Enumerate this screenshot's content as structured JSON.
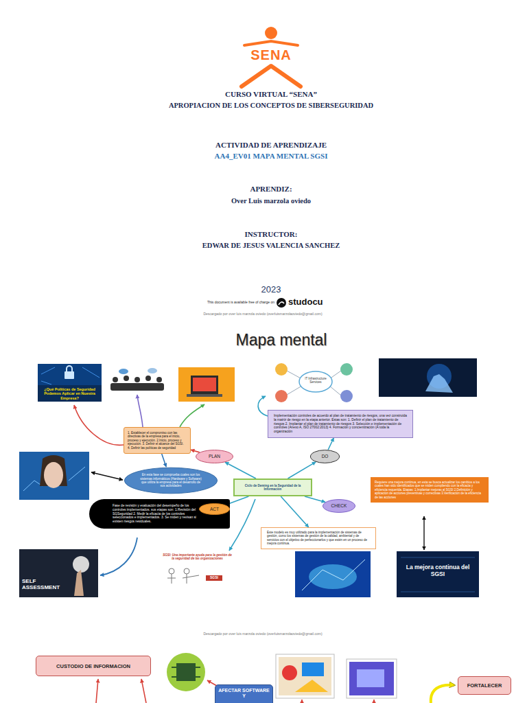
{
  "diagram": {
    "title": "Mapa mental",
    "nodes": [
      {
        "text": [
          "Implementación controles de acuerdo al plan de tratamiento de riesgos, una vez construida la matriz de riesgo en la etapa anterior. Estas son: 1. Definir el plan de tratamiento de riesgos 2. Implantar el plan de tratamiento de riesgos 3. Selección e implementación de controles (Anexo A, ISO 27002:2013) 4. Formación y concientización (A toda la organización"
        ]
      },
      {
        "text": [
          "1. Establecer el compromiso con las directivas de la empresa para el inicio, proceso y ejecución. 2.Inicio, proceso y ejecución. 3. Definir el alcance del SGSI. 4. Definir las políticas de seguridad"
        ]
      },
      {
        "text": [
          "PLAN"
        ]
      },
      {
        "text": [
          "DO"
        ]
      },
      {
        "text": [
          "En esta fase se comprueba cuales son los sistemas informáticos (Hardware y Software) que utiliza la empresa para el desarrollo de sus actividades"
        ]
      },
      {
        "text": [
          "Ciclo de Deming en la Seguridad de la Información"
        ]
      },
      {
        "text": [
          "Requiere una mejora continua, en esta se busca actualizar los cambios a los cuales han sido identificados que se miden cumpliendo con la eficacia y eficiencia requerida. Etapas: 1.Implantar mejoras al SGSI 2.Definición y aplicación de acciones preventivas y correctivas 3.Verificación de la eficiencia de las acciones"
        ]
      },
      {
        "text": [
          "Fase de revisión y evaluación del desempeño de los controles implementados. sus etapas son: 1.Revisión del SGSeguridad 2. Medir la eficacia de los controles seleccionados e implementados. 3. Se miden y revisan si existen riesgos residuales."
        ]
      },
      {
        "text": [
          "ACT"
        ]
      },
      {
        "text": [
          "CHECK"
        ]
      },
      {
        "text": [
          "Este modelo es muy utilizado para la implementación de sistemas de gestión, como los sistemas de gestión de la calidad, ambiental y de servicios con el objetivo de perfeccionarlos y que estén en un proceso de mejora continua."
        ]
      },
      {
        "text": [
          "CUSTODIO DE INFORMACION"
        ]
      },
      {
        "text": [
          "FORTALECER"
        ]
      },
      {
        "text": [
          "AFECTAR SOFTWARE Y"
        ]
      }
    ],
    "edges": [
      {
        "from": 5,
        "to": 2,
        "arrow": "to"
      },
      {
        "from": 5,
        "to": 3,
        "arrow": "to"
      },
      {
        "from": 5,
        "to": 9,
        "arrow": "to"
      },
      {
        "from": 5,
        "to": 8,
        "arrow": "to"
      },
      {
        "from": 5,
        "to": 10,
        "arrow": "to"
      },
      {
        "from": 2,
        "to": 1,
        "arrow": "to"
      },
      {
        "from": 1,
        "to": 4,
        "arrow": "to"
      },
      {
        "from": 3,
        "to": 0,
        "arrow": "to"
      }
    ],
    "labels": [
      "SENA",
      "CURSO VIRTUAL “SENA”",
      "APROPIACION DE LOS CONCEPTOS DE SIBERSEGURIDAD",
      "ACTIVIDAD DE APRENDIZAJE",
      "AA4_EV01 MAPA MENTAL SGSI",
      "APRENDIZ:",
      "Over Luis marzola oviedo",
      "INSTRUCTOR:",
      "EDWAR DE JESUS VALENCIA SANCHEZ",
      "2023",
      "This document is available free of charge on",
      "studocu",
      "Descargado por over luis marzola oviedo (overluismarzolaoviedo@gmail.com)",
      "¿Qué Políticas de Seguridad Podemos Aplicar en Nuestra Empresa?",
      "IT Infrastructure Services",
      "SELF ASSESSMENT",
      "SGSI: Una importante ayuda para la gestión de la seguridad de las organizaciones",
      "SGSI",
      "La mejora continua del SGSI",
      "Descargado por over luis marzola oviedo (overluismarzolaoviedo@gmail.com)"
    ]
  }
}
